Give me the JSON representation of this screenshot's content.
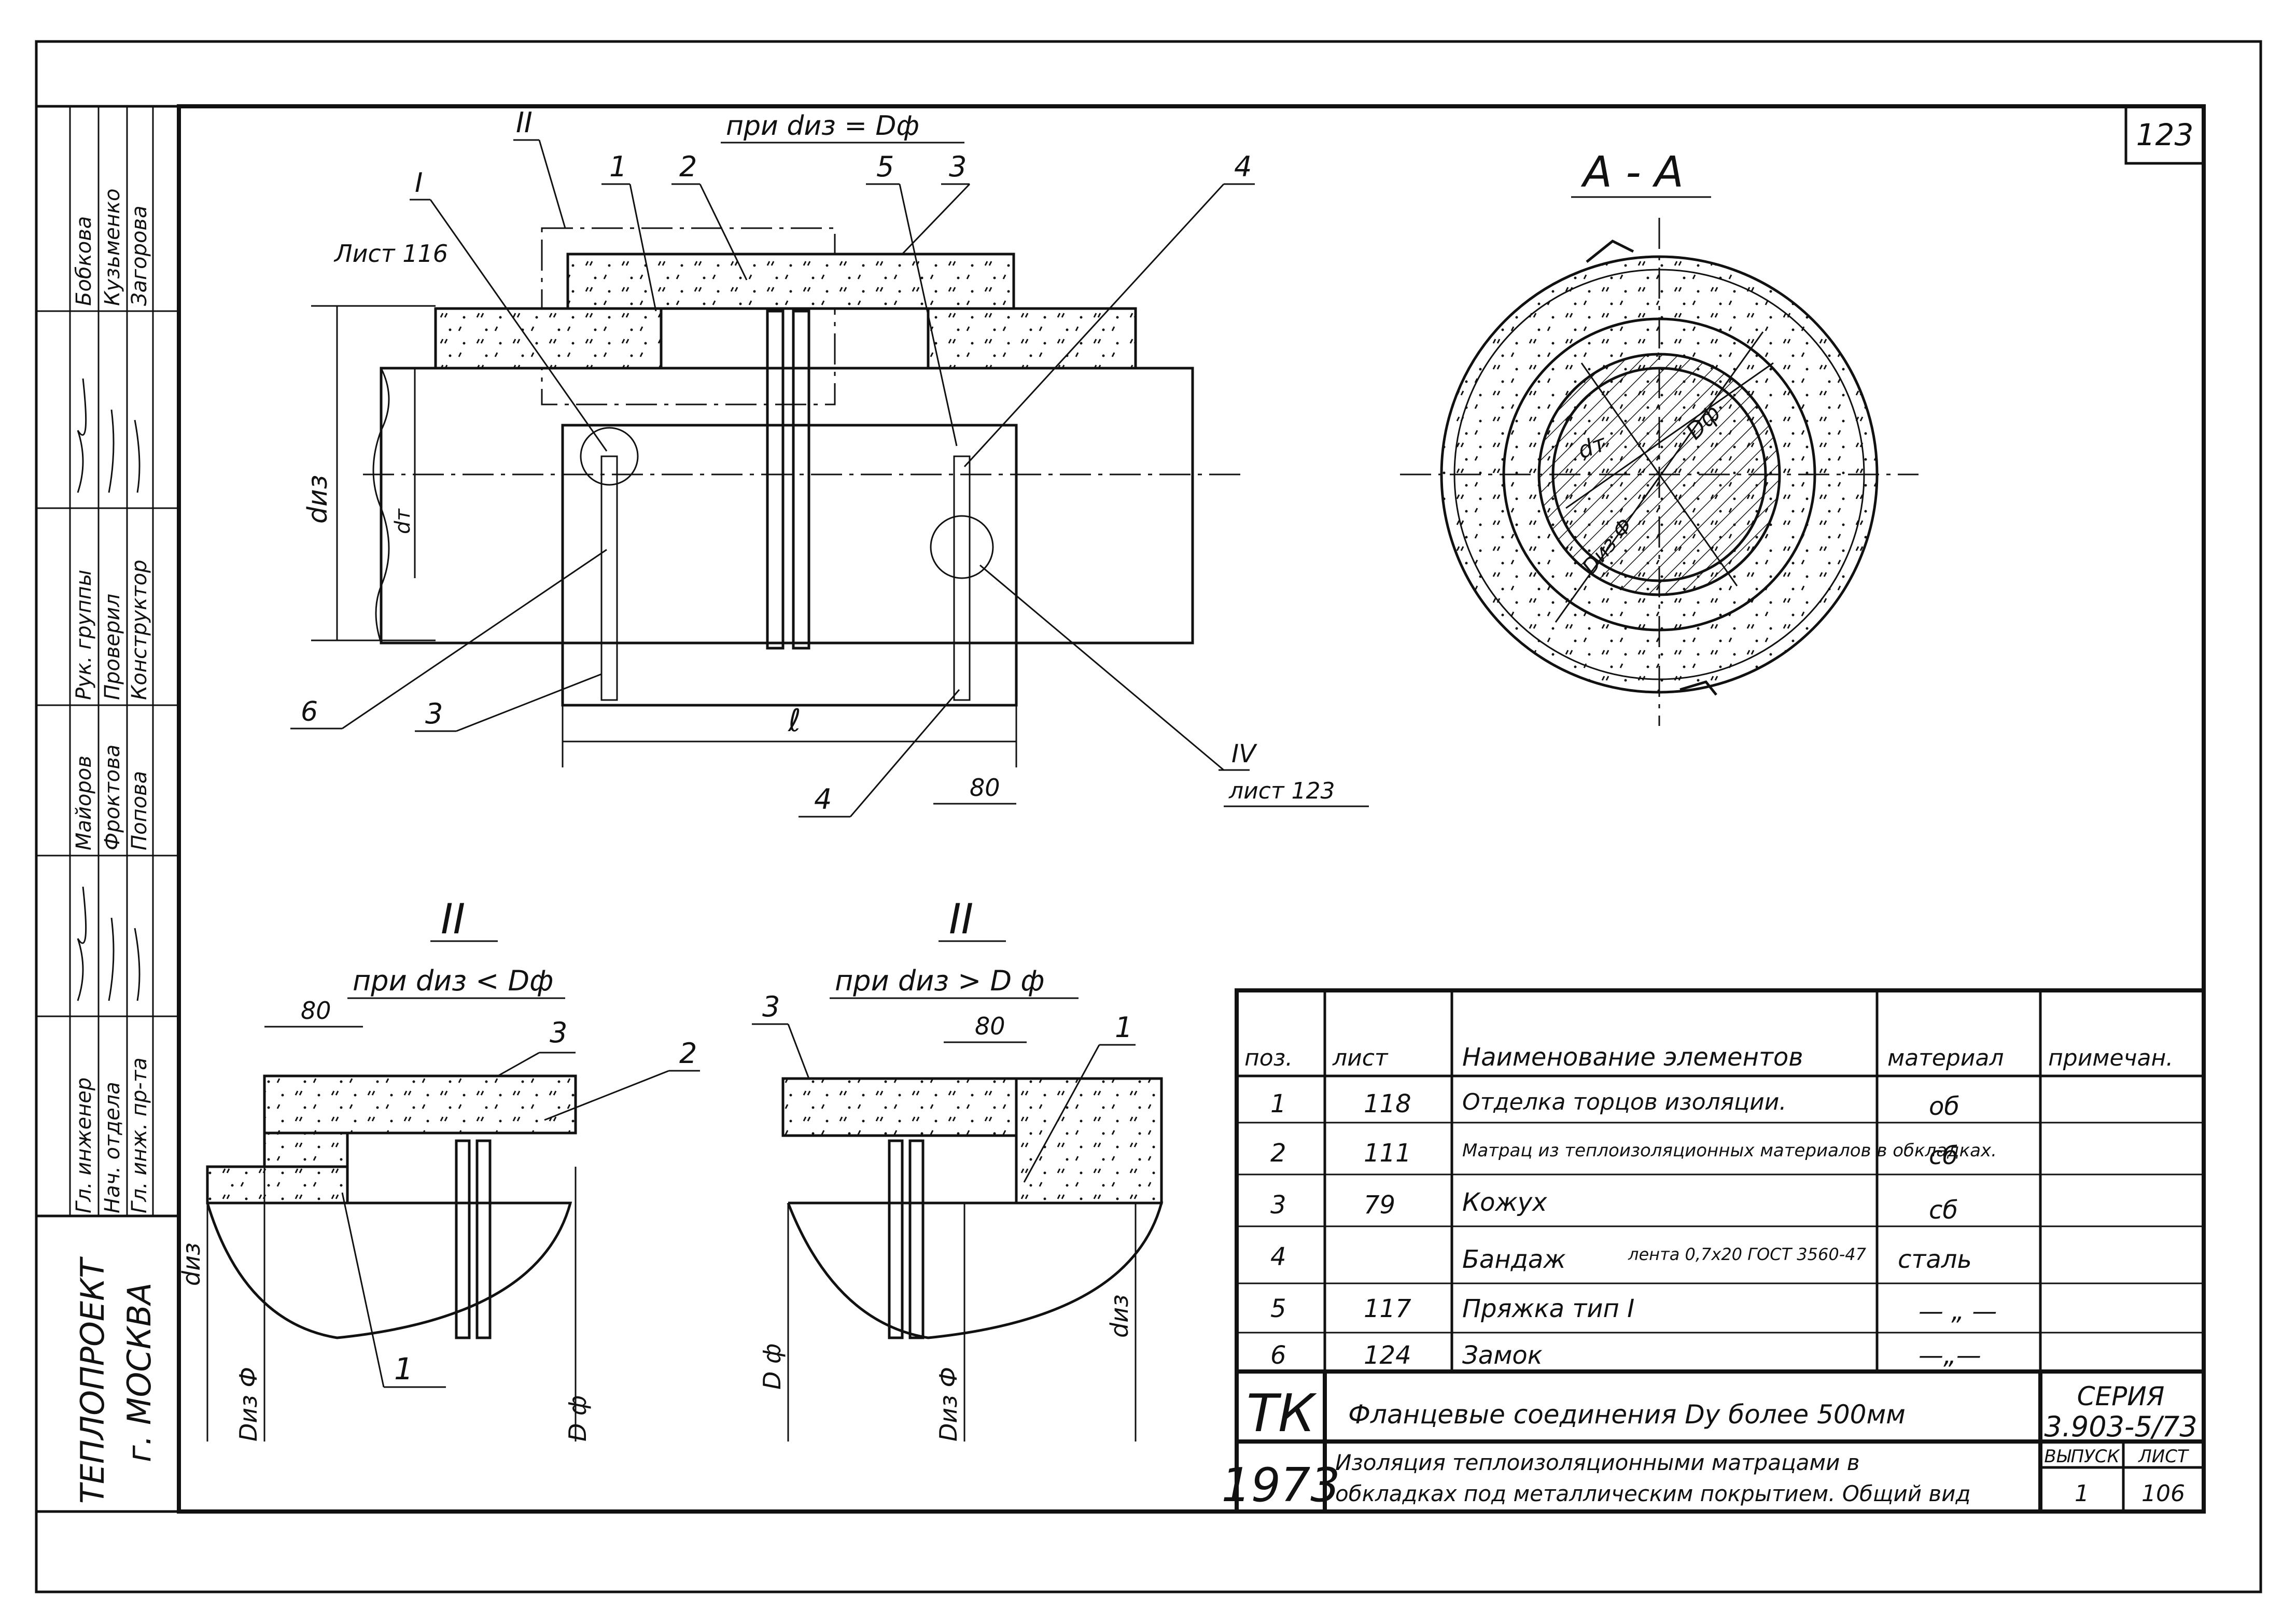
{
  "sheet_number": "123",
  "main_view": {
    "condition_label": "при  dиз = Dф",
    "reference_label": "Лист 116",
    "detail_ref_labels": {
      "II": "II",
      "I": "I",
      "IV": "IV"
    },
    "detail_IV_sheet": "лист 123",
    "positions": [
      "1",
      "2",
      "3",
      "4",
      "5",
      "6",
      "3",
      "4"
    ],
    "dims": {
      "diameter_ins": "dиз",
      "diameter_pipe": "dт",
      "length": "ℓ",
      "gap": "80"
    }
  },
  "section_AA": {
    "title": "А - А",
    "labels": {
      "dt": "dт",
      "df": "Dф",
      "diz_d": "Dиз Ф"
    }
  },
  "detail_II_left": {
    "title": "II",
    "condition": "при dиз < Dф",
    "dim": "80",
    "positions": [
      "3",
      "2",
      "1"
    ],
    "axis_labels": [
      "dиз",
      "Dиз Ф",
      "D ф"
    ]
  },
  "detail_II_right": {
    "title": "II",
    "condition": "при dиз > D ф",
    "dim": "80",
    "positions": [
      "3",
      "1"
    ],
    "axis_labels": [
      "D ф",
      "Dиз Ф",
      "dиз"
    ]
  },
  "spec_table": {
    "headers": [
      "поз.",
      "лист",
      "Наименование элементов",
      "материал",
      "примечан."
    ],
    "rows": [
      {
        "pos": "1",
        "sheet": "118",
        "name": "Отделка торцов изоляции.",
        "material": "об",
        "note": ""
      },
      {
        "pos": "2",
        "sheet": "111",
        "name": "Матрац из теплоизоляционных материалов в обкладках.",
        "material": "сб",
        "note": ""
      },
      {
        "pos": "3",
        "sheet": "79",
        "name": "Кожух",
        "material": "сб",
        "note": ""
      },
      {
        "pos": "4",
        "sheet": "",
        "name": "Бандаж",
        "name_extra": "лента 0,7x20 ГОСТ 3560-47",
        "material": "сталь",
        "note": ""
      },
      {
        "pos": "5",
        "sheet": "117",
        "name": "Пряжка тип I",
        "material": "— „ —",
        "note": ""
      },
      {
        "pos": "6",
        "sheet": "124",
        "name": "Замок",
        "material": "—„—",
        "note": ""
      }
    ]
  },
  "title_block": {
    "tk": "ТК",
    "year": "1973",
    "title_line1": "Фланцевые соединения Dу более 500мм",
    "title_line2": "Изоляция теплоизоляционными матрацами в",
    "title_line3": "обкладках под металлическим покрытием. Общий вид",
    "series_label": "СЕРИЯ",
    "series_value": "3.903-5/73",
    "issue_label": "ВЫПУСК",
    "issue_value": "1",
    "sheet_label": "ЛИСТ",
    "sheet_value": "106"
  },
  "side_block": {
    "org": "ТЕПЛОПРОЕКТ",
    "city": "г. МОСКВА",
    "roles": [
      "Гл. инженер",
      "Нач. отдела",
      "Гл. инж. пр-та",
      "Рук. группы",
      "Проверил",
      "Конструктор"
    ],
    "names": [
      "Майоров",
      "Фроктова",
      "Попова",
      "Бобкова",
      "Кузьменко",
      "Загорова"
    ]
  }
}
